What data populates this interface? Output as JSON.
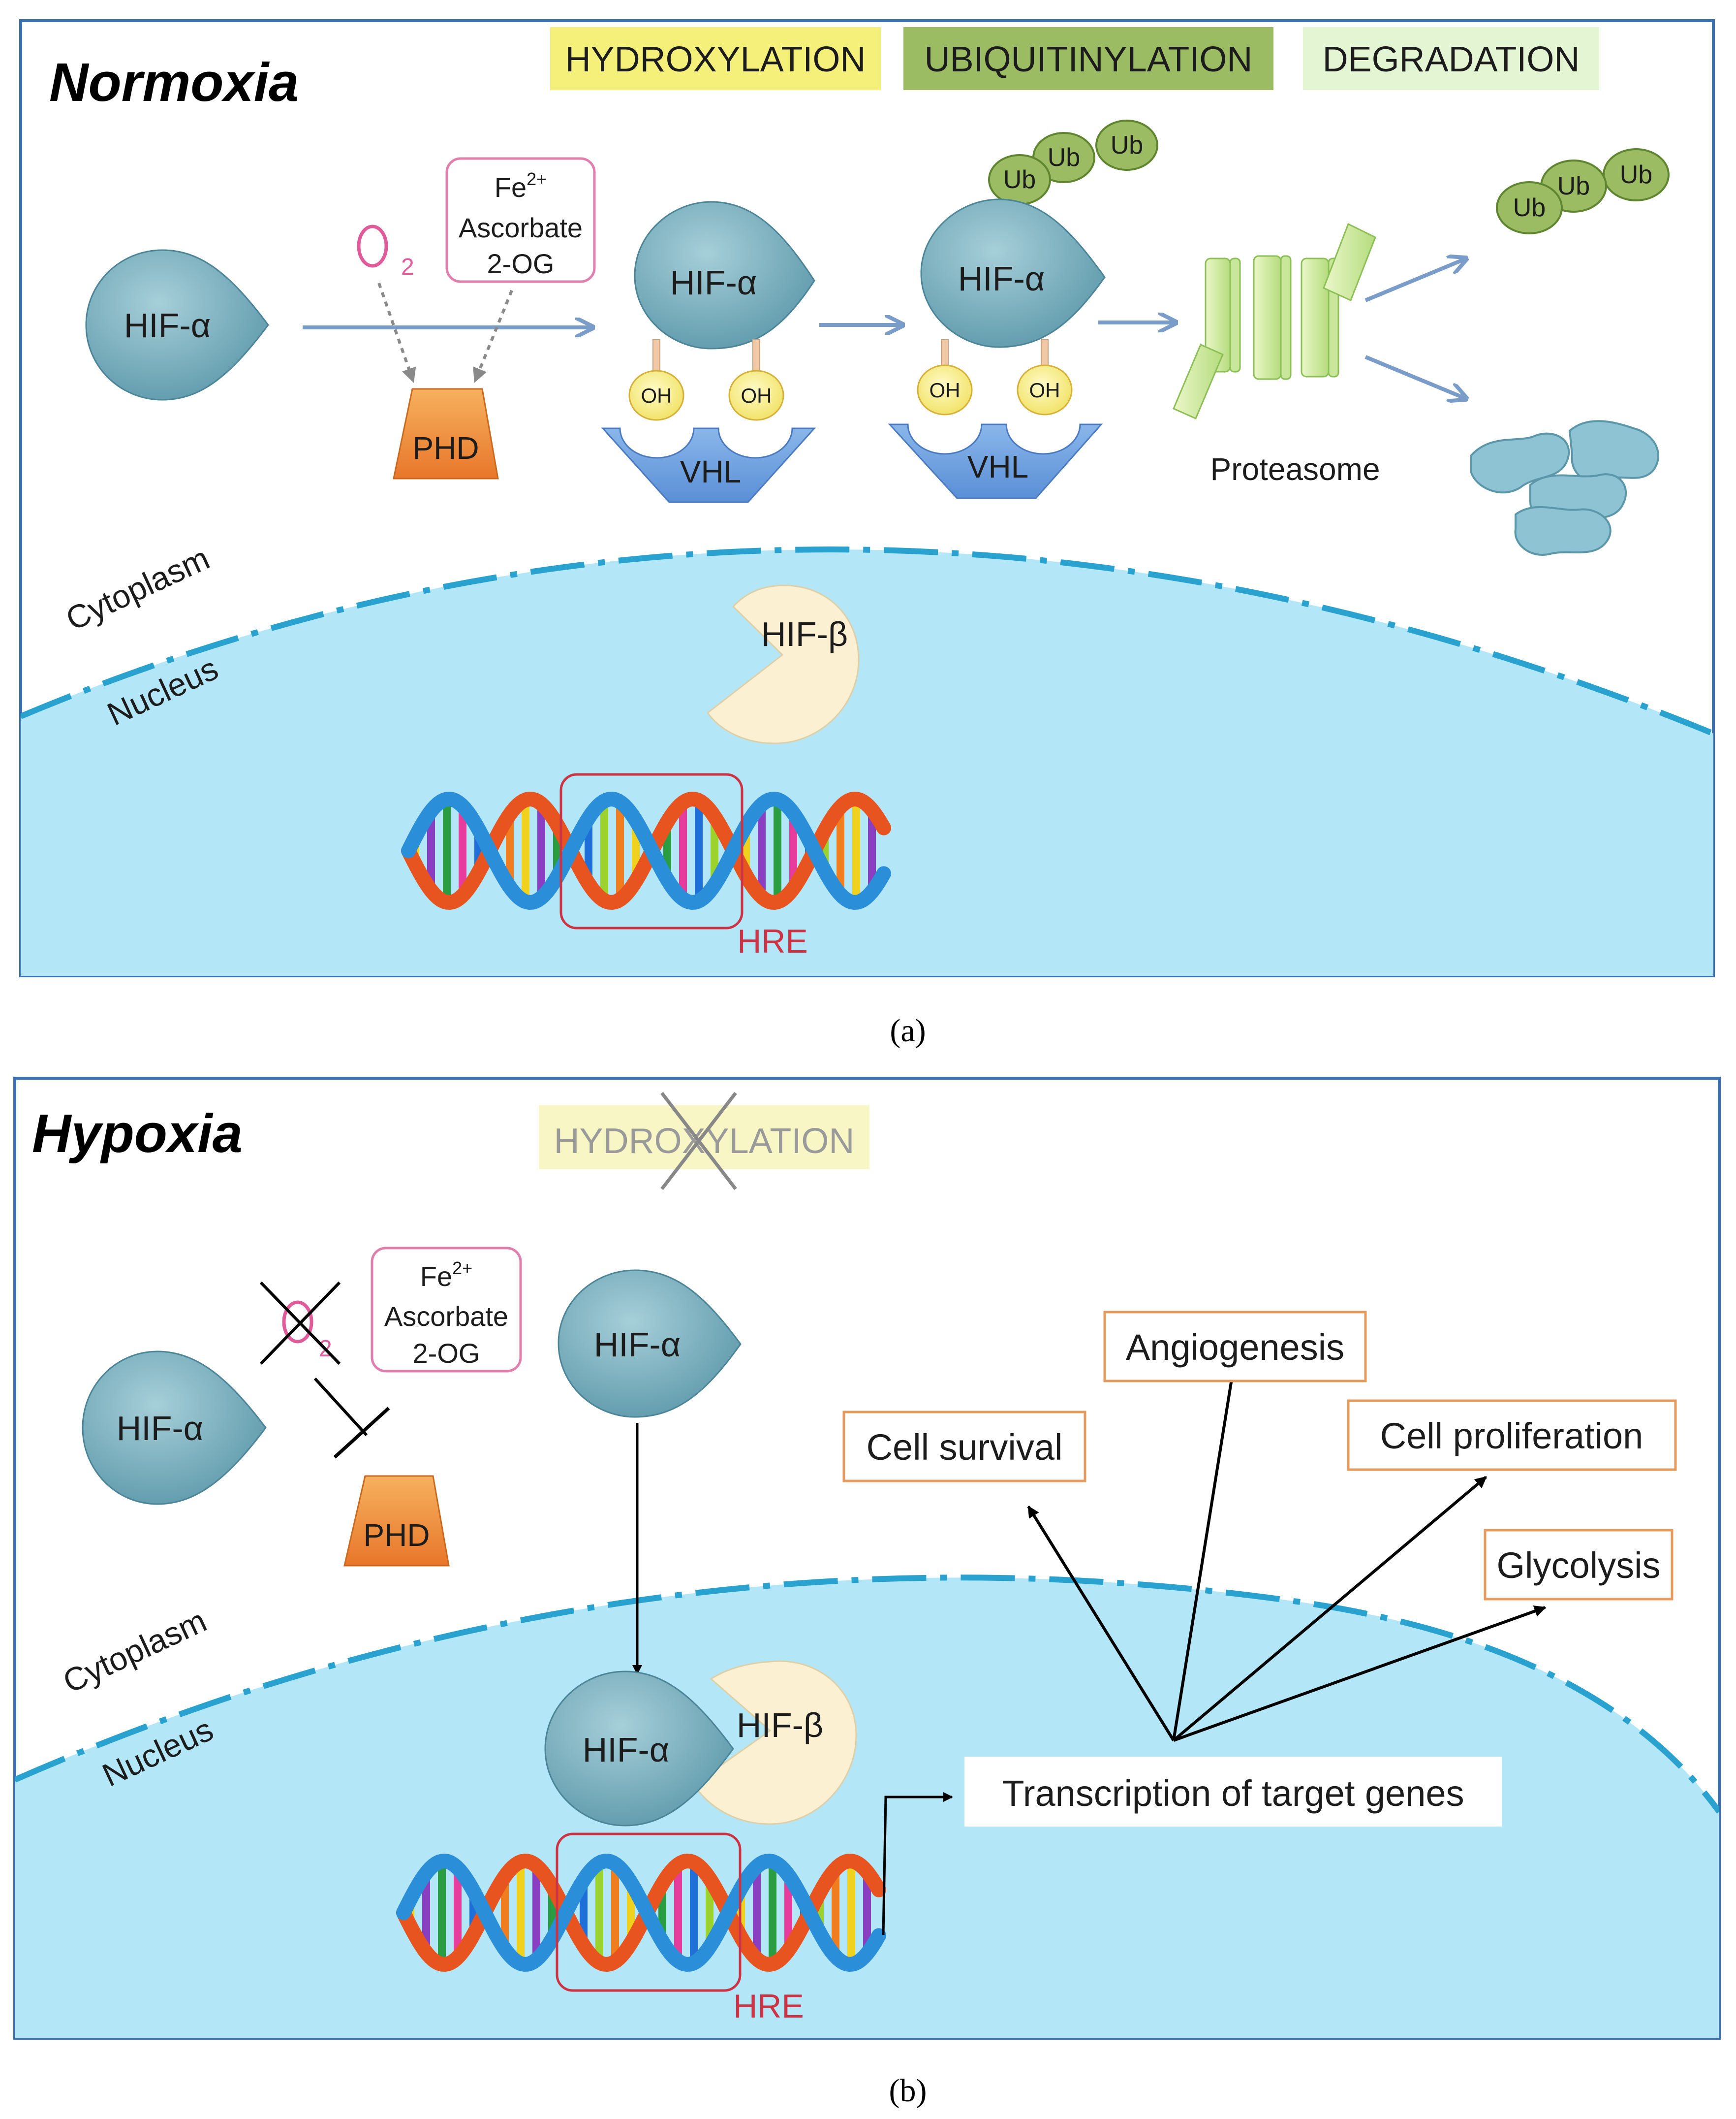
{
  "panel_a": {
    "title": "Normoxia",
    "steps": [
      "HYDROXYLATION",
      "UBIQUITINYLATION",
      "DEGRADATION"
    ],
    "hif_alpha": "HIF-α",
    "o2": "O",
    "o2_sub": "2",
    "cofactors": {
      "fe": "Fe",
      "fe_sup": "2+",
      "ascorbate": "Ascorbate",
      "og": "2-OG"
    },
    "phd": "PHD",
    "oh": "OH",
    "vhl": "VHL",
    "ub": "Ub",
    "proteasome": "Proteasome",
    "cytoplasm": "Cytoplasm",
    "nucleus": "Nucleus",
    "hif_beta": "HIF-β",
    "hre": "HRE",
    "caption": "(a)"
  },
  "panel_b": {
    "title": "Hypoxia",
    "step": "HYDROXYLATION",
    "hif_alpha": "HIF-α",
    "o2": "O",
    "o2_sub": "2",
    "cofactors": {
      "fe": "Fe",
      "fe_sup": "2+",
      "ascorbate": "Ascorbate",
      "og": "2-OG"
    },
    "phd": "PHD",
    "cytoplasm": "Cytoplasm",
    "nucleus": "Nucleus",
    "hif_beta": "HIF-β",
    "hre": "HRE",
    "transcription": "Transcription of target genes",
    "outcomes": [
      "Cell survival",
      "Angiogenesis",
      "Cell proliferation",
      "Glycolysis"
    ],
    "caption": "(b)"
  },
  "colors": {
    "hif_alpha": "#6fa9b8",
    "nucleus": "#b3e7f8",
    "membrane": "#2aa2cf",
    "hydroxylation": "#f4f07a",
    "ubiquitinylation": "#9bbc63",
    "degradation": "#e4f5d3",
    "phd": "#f0913e",
    "vhl": "#6c9fde",
    "outcome_border": "#e59a5e",
    "hre": "#cc3344"
  }
}
